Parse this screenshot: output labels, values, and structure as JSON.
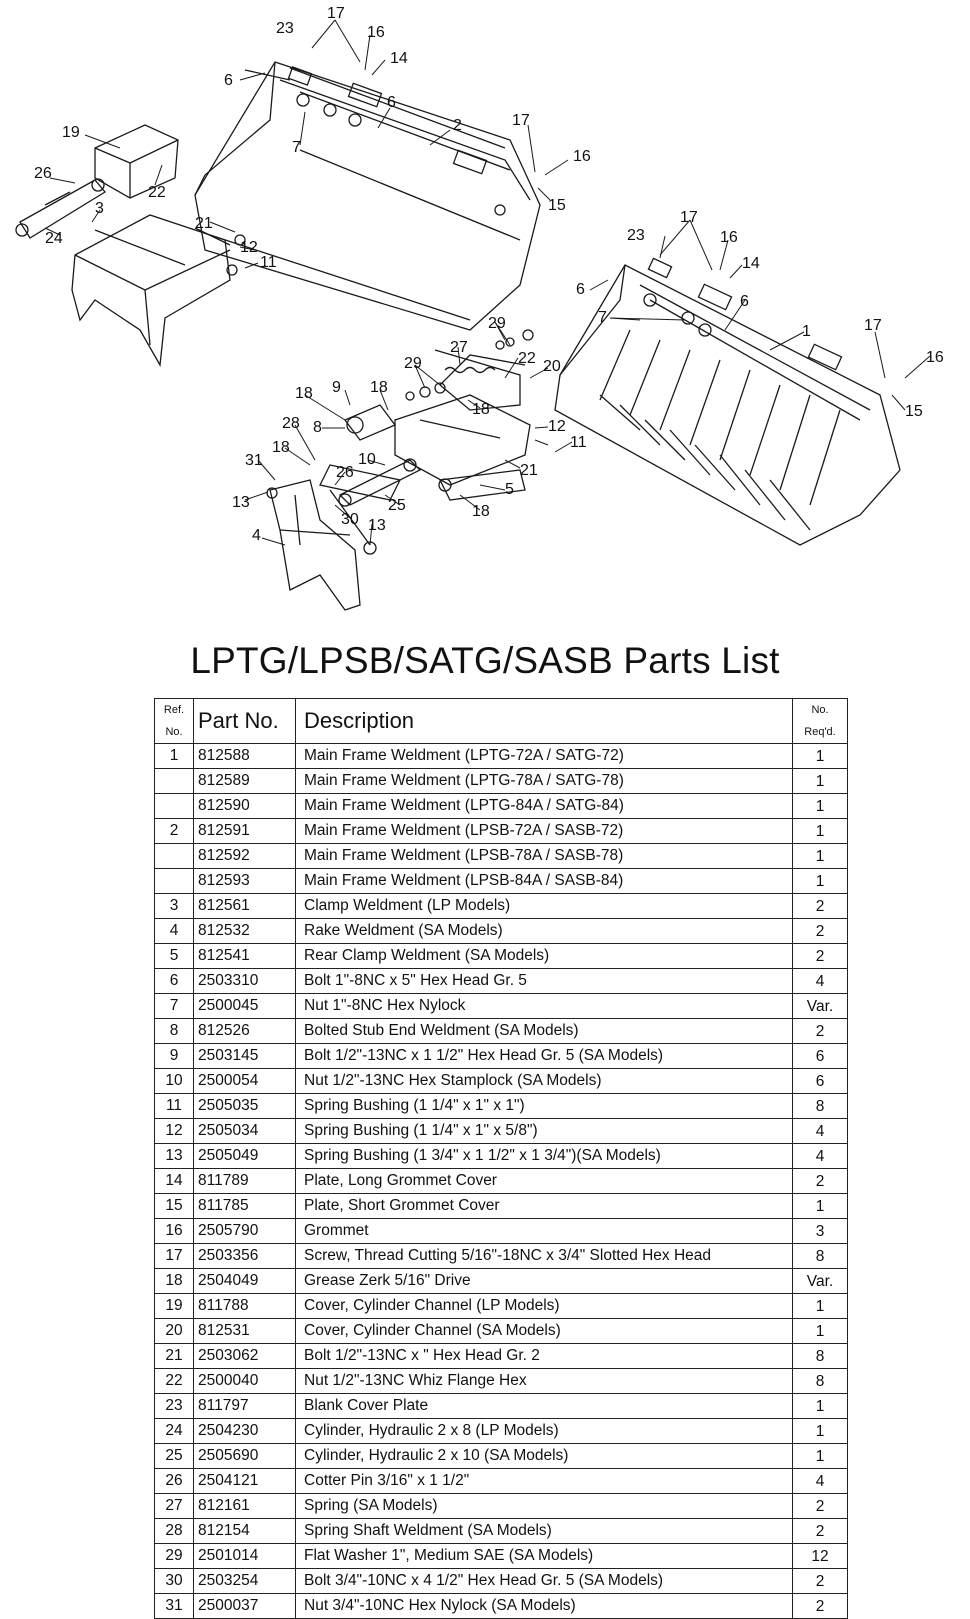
{
  "diagram": {
    "callouts": {
      "l1": "1",
      "l2": "2",
      "l3": "3",
      "l4": "4",
      "l5": "5",
      "l6a": "6",
      "l6b": "6",
      "l6c": "6",
      "l6d": "6",
      "l7a": "7",
      "l7b": "7",
      "l8": "8",
      "l9": "9",
      "l10": "10",
      "l11a": "11",
      "l11b": "11",
      "l12a": "12",
      "l12b": "12",
      "l13a": "13",
      "l13b": "13",
      "l14a": "14",
      "l14b": "14",
      "l15a": "15",
      "l15b": "15",
      "l16a": "16",
      "l16b": "16",
      "l16c": "16",
      "l16d": "16",
      "l17a": "17",
      "l17b": "17",
      "l17c": "17",
      "l17d": "17",
      "l18a": "18",
      "l18b": "18",
      "l18c": "18",
      "l18d": "18",
      "l18e": "18",
      "l19": "19",
      "l20": "20",
      "l21a": "21",
      "l21b": "21",
      "l22a": "22",
      "l22b": "22",
      "l23a": "23",
      "l23b": "23",
      "l24": "24",
      "l25": "25",
      "l26a": "26",
      "l26b": "26",
      "l27": "27",
      "l28": "28",
      "l29a": "29",
      "l29b": "29",
      "l30": "30",
      "l31": "31"
    }
  },
  "title": "LPTG/LPSB/SATG/SASB Parts List",
  "table": {
    "headers": {
      "ref_line1": "Ref.",
      "ref_line2": "No.",
      "part": "Part No.",
      "desc": "Description",
      "req_line1": "No.",
      "req_line2": "Req'd."
    },
    "rows": [
      {
        "ref": "1",
        "part": "812588",
        "desc": "Main Frame Weldment (LPTG-72A / SATG-72)",
        "req": "1"
      },
      {
        "ref": "",
        "part": "812589",
        "desc": "Main Frame Weldment (LPTG-78A / SATG-78)",
        "req": "1"
      },
      {
        "ref": "",
        "part": "812590",
        "desc": "Main Frame Weldment (LPTG-84A / SATG-84)",
        "req": "1"
      },
      {
        "ref": "2",
        "part": "812591",
        "desc": "Main Frame Weldment (LPSB-72A / SASB-72)",
        "req": "1"
      },
      {
        "ref": "",
        "part": "812592",
        "desc": "Main Frame Weldment (LPSB-78A / SASB-78)",
        "req": "1"
      },
      {
        "ref": "",
        "part": "812593",
        "desc": "Main Frame Weldment (LPSB-84A / SASB-84)",
        "req": "1"
      },
      {
        "ref": "3",
        "part": "812561",
        "desc": "Clamp Weldment (LP Models)",
        "req": "2"
      },
      {
        "ref": "4",
        "part": "812532",
        "desc": "Rake Weldment (SA Models)",
        "req": "2"
      },
      {
        "ref": "5",
        "part": "812541",
        "desc": "Rear Clamp Weldment (SA Models)",
        "req": "2"
      },
      {
        "ref": "6",
        "part": "2503310",
        "desc": "Bolt 1\"-8NC x 5\" Hex Head Gr. 5",
        "req": "4"
      },
      {
        "ref": "7",
        "part": "2500045",
        "desc": "Nut 1\"-8NC Hex Nylock",
        "req": "Var."
      },
      {
        "ref": "8",
        "part": "812526",
        "desc": "Bolted Stub End Weldment (SA Models)",
        "req": "2"
      },
      {
        "ref": "9",
        "part": "2503145",
        "desc": "Bolt 1/2\"-13NC x 1 1/2\" Hex Head Gr. 5 (SA Models)",
        "req": "6"
      },
      {
        "ref": "10",
        "part": "2500054",
        "desc": "Nut 1/2\"-13NC Hex Stamplock (SA Models)",
        "req": "6"
      },
      {
        "ref": "11",
        "part": "2505035",
        "desc": "Spring Bushing (1 1/4\" x 1\" x 1\")",
        "req": "8"
      },
      {
        "ref": "12",
        "part": "2505034",
        "desc": "Spring Bushing (1 1/4\" x 1\" x 5/8\")",
        "req": "4"
      },
      {
        "ref": "13",
        "part": "2505049",
        "desc": "Spring Bushing (1 3/4\" x 1 1/2\" x 1 3/4\")(SA Models)",
        "req": "4"
      },
      {
        "ref": "14",
        "part": "811789",
        "desc": "Plate, Long Grommet Cover",
        "req": "2"
      },
      {
        "ref": "15",
        "part": "811785",
        "desc": "Plate, Short Grommet Cover",
        "req": "1"
      },
      {
        "ref": "16",
        "part": "2505790",
        "desc": "Grommet",
        "req": "3"
      },
      {
        "ref": "17",
        "part": "2503356",
        "desc": "Screw, Thread Cutting 5/16\"-18NC x 3/4\" Slotted Hex Head",
        "req": "8"
      },
      {
        "ref": "18",
        "part": "2504049",
        "desc": "Grease Zerk 5/16\" Drive",
        "req": "Var."
      },
      {
        "ref": "19",
        "part": "811788",
        "desc": "Cover, Cylinder Channel (LP Models)",
        "req": "1"
      },
      {
        "ref": "20",
        "part": "812531",
        "desc": "Cover, Cylinder Channel (SA Models)",
        "req": "1"
      },
      {
        "ref": "21",
        "part": "2503062",
        "desc": "Bolt 1/2\"-13NC x \" Hex Head Gr. 2",
        "req": "8"
      },
      {
        "ref": "22",
        "part": "2500040",
        "desc": "Nut 1/2\"-13NC Whiz Flange Hex",
        "req": "8"
      },
      {
        "ref": "23",
        "part": "811797",
        "desc": "Blank Cover Plate",
        "req": "1"
      },
      {
        "ref": "24",
        "part": "2504230",
        "desc": "Cylinder, Hydraulic 2 x 8 (LP Models)",
        "req": "1"
      },
      {
        "ref": "25",
        "part": "2505690",
        "desc": "Cylinder, Hydraulic 2 x 10 (SA Models)",
        "req": "1"
      },
      {
        "ref": "26",
        "part": "2504121",
        "desc": "Cotter Pin 3/16\" x 1 1/2\"",
        "req": "4"
      },
      {
        "ref": "27",
        "part": "812161",
        "desc": "Spring (SA Models)",
        "req": "2"
      },
      {
        "ref": "28",
        "part": "812154",
        "desc": "Spring Shaft Weldment (SA Models)",
        "req": "2"
      },
      {
        "ref": "29",
        "part": "2501014",
        "desc": "Flat Washer 1\", Medium SAE (SA Models)",
        "req": "12"
      },
      {
        "ref": "30",
        "part": "2503254",
        "desc": "Bolt 3/4\"-10NC x 4 1/2\" Hex Head Gr. 5 (SA Models)",
        "req": "2"
      },
      {
        "ref": "31",
        "part": "2500037",
        "desc": "Nut 3/4\"-10NC Hex Nylock (SA Models)",
        "req": "2"
      }
    ]
  }
}
